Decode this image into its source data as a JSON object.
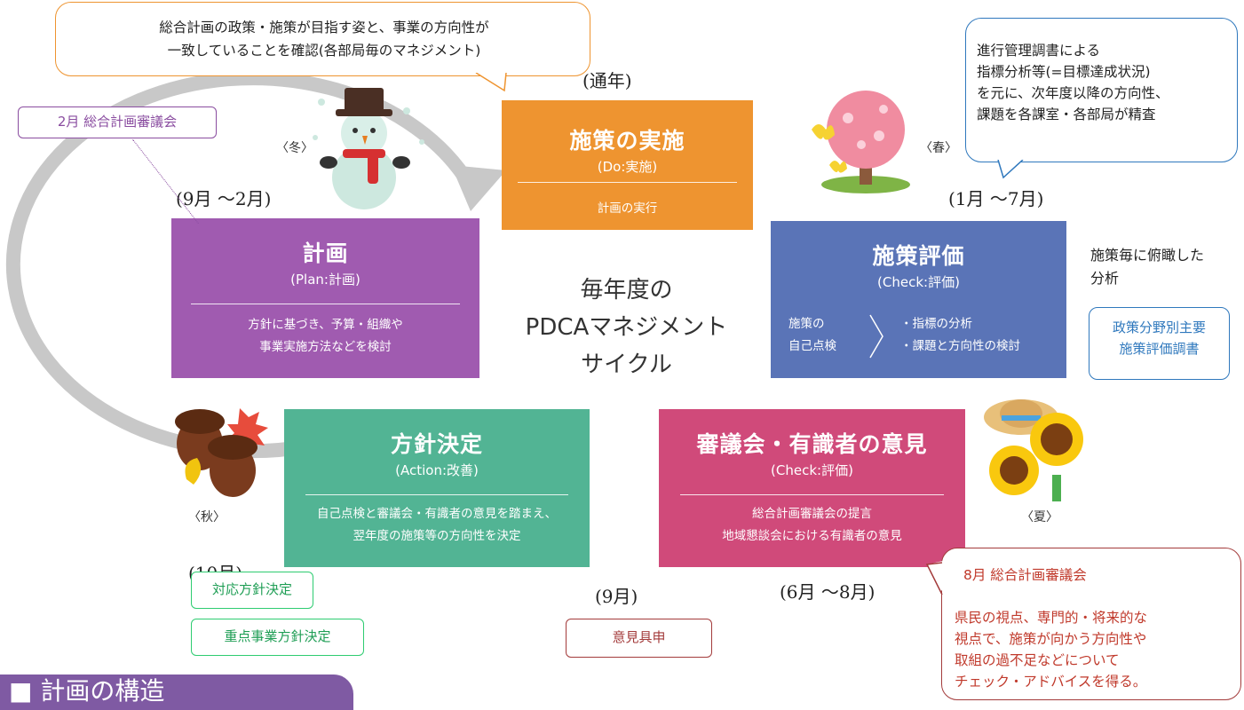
{
  "center": {
    "line1": "毎年度の",
    "line2": "PDCAマネジメント",
    "line3": "サイクル"
  },
  "do_card": {
    "title": "施策の実施",
    "subtitle": "(Do:実施)",
    "body": "計画の実行",
    "period": "(通年)",
    "color": "#ee9430"
  },
  "plan_card": {
    "title": "計画",
    "subtitle": "(Plan:計画)",
    "body1": "方針に基づき、予算・組織や",
    "body2": "事業実施方法などを検討",
    "period": "(9月 〜2月)",
    "season": "〈冬〉",
    "color": "#a05bb0"
  },
  "check_card": {
    "title": "施策評価",
    "subtitle": "(Check:評価)",
    "left1": "施策の",
    "left2": "自己点検",
    "right1": "・指標の分析",
    "right2": "・課題と方向性の検討",
    "period": "(1月 〜7月)",
    "season": "〈春〉",
    "color": "#5a74b7"
  },
  "council_card": {
    "title": "審議会・有識者の意見",
    "subtitle": "(Check:評価)",
    "body1": "総合計画審議会の提言",
    "body2": "地域懇談会における有識者の意見",
    "period": "(6月 〜8月)",
    "season": "〈夏〉",
    "color": "#d04a7a"
  },
  "action_card": {
    "title": "方針決定",
    "subtitle": "(Action:改善)",
    "body1": "自己点検と審議会・有識者の意見を踏まえ、",
    "body2": "翌年度の施策等の方向性を決定",
    "period": "(10月)",
    "season": "〈秋〉",
    "color": "#52b494"
  },
  "callouts": {
    "top": {
      "line1": "総合計画の政策・施策が目指す姿と、事業の方向性が",
      "line2": "一致していることを確認(各部局毎のマネジメント)"
    },
    "right": {
      "line1": "進行管理調書による",
      "line2": "指標分析等(=目標達成状況)",
      "line3": "を元に、次年度以降の方向性、",
      "line4": "課題を各課室・各部局が精査"
    },
    "bottom": {
      "heading": "8月 総合計画審議会",
      "line1": "県民の視点、専門的・将来的な",
      "line2": "視点で、施策が向かう方向性や",
      "line3": "取組の過不足などについて",
      "line4": "チェック・アドバイスを得る。"
    }
  },
  "tags": {
    "council_feb": "2月 総合計画審議会",
    "policy_decision": "対応方針決定",
    "priority_decision": "重点事業方針決定",
    "opinion": "意見具申",
    "policy_eval1": "政策分野別主要",
    "policy_eval2": "施策評価調書"
  },
  "side_note": {
    "line1": "施策毎に俯瞰した",
    "line2": "分析"
  },
  "sept_period": "(9月)",
  "section_header": "■ 計画の構造"
}
